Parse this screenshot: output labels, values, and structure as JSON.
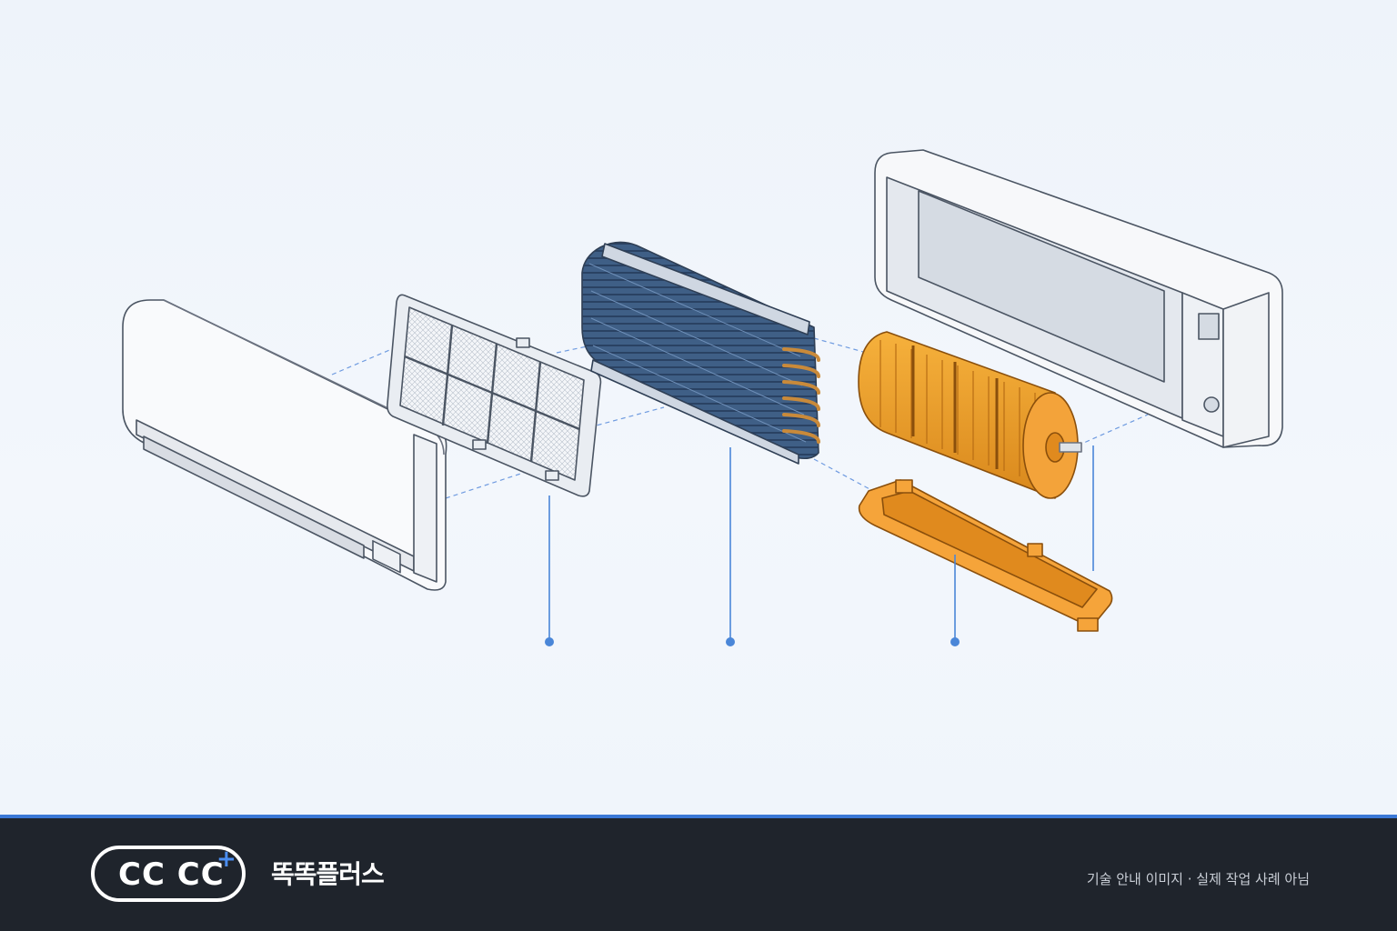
{
  "brand": {
    "logo_mark": "CC CC",
    "logo_plus": "+",
    "name": "똑똑플러스"
  },
  "footer": {
    "disclaimer": "기술 안내 이미지 · 실제 작업 사례 아님"
  },
  "colors": {
    "accent": "#3a78d6",
    "footer_bg": "#1f242c",
    "highlight_orange": "#f0a12a",
    "coil_blue": "#3f5f86",
    "leader_line": "#4a86d8"
  },
  "diagram": {
    "parts": [
      {
        "name": "front-panel",
        "highlighted": false
      },
      {
        "name": "air-filter",
        "highlighted": false
      },
      {
        "name": "evaporator-coil",
        "highlighted": false
      },
      {
        "name": "blower-fan",
        "highlighted": true
      },
      {
        "name": "drain-pan",
        "highlighted": true
      },
      {
        "name": "rear-housing",
        "highlighted": false
      }
    ],
    "callouts": [
      {
        "target": "air-filter"
      },
      {
        "target": "evaporator-coil"
      },
      {
        "target": "drain-pan"
      }
    ]
  }
}
